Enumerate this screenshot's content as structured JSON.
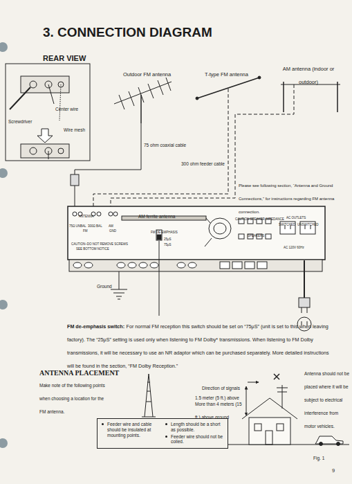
{
  "diagram": {
    "title": "3. CONNECTION DIAGRAM",
    "nodes": [
      {
        "text": [
          "Feeder wire and cable should be insulated at mounting points.",
          "Length should be a short as possible.",
          "Feeder wire should not be coiled."
        ]
      }
    ],
    "labels": [
      "REAR VIEW",
      "Outdoor FM antenna",
      "T-type FM antenna",
      "AM antenna (indoor or outdoor)",
      "Center wire",
      "Screwdriver",
      "Wire mesh",
      "75 ohm coaxial cable",
      "300 ohm feeder cable",
      "Please see following section, “Antenna and Ground Connections,” for instructions regarding FM antenna connection.",
      "AM ferrite antenna",
      "ANTENNA",
      "75Ω UNBAL",
      "300Ω BAL",
      "FM",
      "AM",
      "GND",
      "CAUTION–DO NOT REMOVE SCREWS",
      "SEE BOTTOM NOTICE",
      "FM DE-EMPHASIS",
      "25μS",
      "75μS",
      "CAUTION SPEAKER IMPEDANCE",
      "SPEAKERS",
      "AC OUTLETS",
      "SWITCHED",
      "UNSWITCHED",
      "AC 120V 60Hz",
      "Ground",
      "FM de-emphasis switch:",
      "For normal FM reception this switch should be set on “75μS” (unit is set to this when leaving factory). The “25μS” setting is used only when listening to FM Dolby* transmissions. When listening to FM Dolby transmissions, it will be necessary to use an NR adaptor which can be purchased separately. More detailed instructions will be found in the section, “FM Dolby Reception.”",
      "ANTENNA PLACEMENT",
      "Make note of the following points when choosing a location for the FM antenna.",
      "Direction of signals",
      "1.5 meter (5 ft.) above",
      "More than 4 meters (15 ft.) above ground",
      "Antenna should not be placed where it will be subject to electrical interference from motor vehicles.",
      "Fig. 1",
      "9"
    ]
  }
}
